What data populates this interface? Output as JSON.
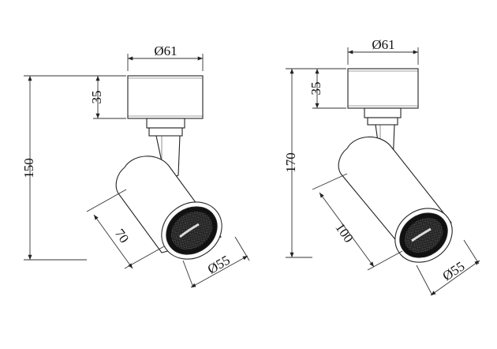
{
  "left_fixture": {
    "base_diameter": "Ø61",
    "base_height": "35",
    "total_height": "150",
    "head_length": "70",
    "head_diameter": "Ø55"
  },
  "right_fixture": {
    "base_diameter": "Ø61",
    "base_height": "35",
    "total_height": "170",
    "head_length": "100",
    "head_diameter": "Ø55"
  }
}
